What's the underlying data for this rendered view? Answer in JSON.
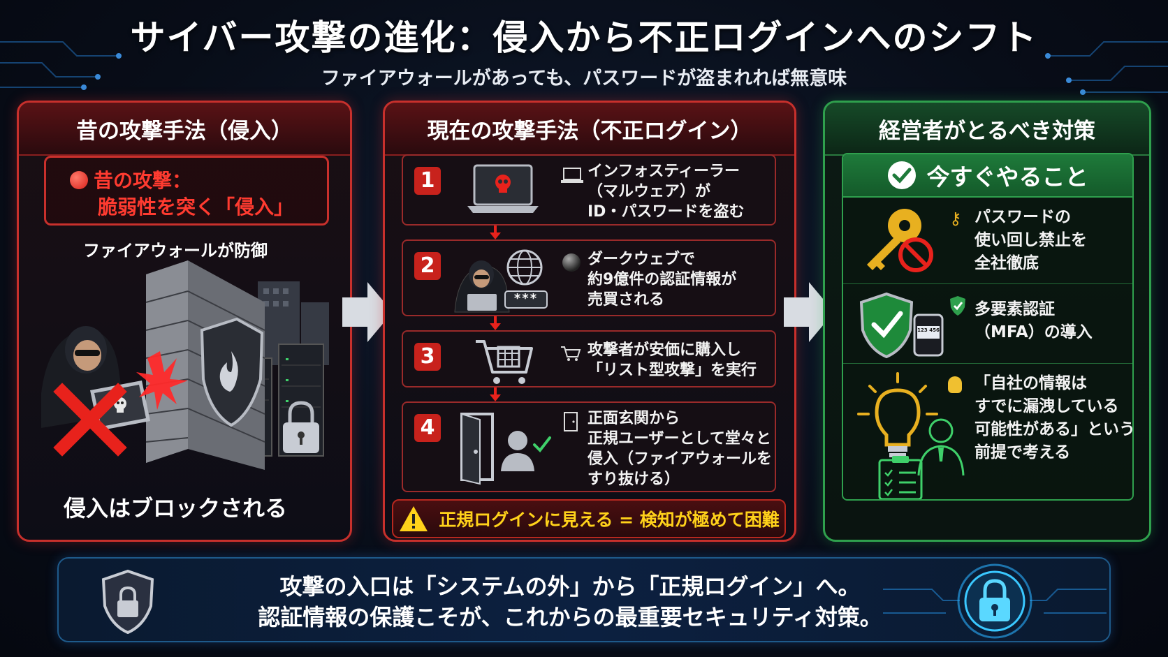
{
  "header": {
    "title": "サイバー攻撃の進化：侵入から不正ログインへのシフト",
    "subtitle": "ファイアウォールがあっても、パスワードが盗まれれば無意味"
  },
  "left_panel": {
    "title": "昔の攻撃手法（侵入）",
    "callout_line1": "昔の攻撃：",
    "callout_line2": "脆弱性を突く「侵入」",
    "firewall_label": "ファイアウォールが防御",
    "blocked_label": "侵入はブロックされる"
  },
  "middle_panel": {
    "title": "現在の攻撃手法（不正ログイン）",
    "steps": [
      {
        "num": "1",
        "lines": [
          "インフォスティーラー",
          "（マルウェア）が",
          "ID・パスワードを盗む"
        ],
        "icon": "laptop-skull-icon"
      },
      {
        "num": "2",
        "lines": [
          "ダークウェブで",
          "約9億件の認証情報が",
          "売買される"
        ],
        "icon": "hacker-globe-icon",
        "password_mask": "***"
      },
      {
        "num": "3",
        "lines": [
          "攻撃者が安価に購入し",
          "「リスト型攻撃」を実行"
        ],
        "icon": "shopping-cart-icon"
      },
      {
        "num": "4",
        "lines": [
          "正面玄関から",
          "正規ユーザーとして堂々と",
          "侵入（ファイアウォールを",
          "すり抜ける）"
        ],
        "icon": "door-user-icon"
      }
    ],
    "warning": "正規ログインに見える = 検知が極めて困難"
  },
  "right_panel": {
    "title": "経営者がとるべき対策",
    "now_title": "今すぐやること",
    "measures": [
      {
        "lines": [
          "パスワードの",
          "使い回し禁止を",
          "全社徹底"
        ],
        "icon": "key-icon"
      },
      {
        "lines": [
          "多要素認証",
          "（MFA）の導入"
        ],
        "icon": "shield-check-icon",
        "phone_code": "123 456"
      },
      {
        "lines": [
          "「自社の情報は",
          "すでに漏洩している",
          "可能性がある」という",
          "前提で考える"
        ],
        "icon": "lightbulb-icon"
      }
    ]
  },
  "footer": {
    "line1": "攻撃の入口は「システムの外」から「正規ログイン」へ。",
    "line2": "認証情報の保護こそが、これからの最重要セキュリティ対策。"
  },
  "colors": {
    "red": "#c8302c",
    "green": "#2fa04d",
    "warning_yellow": "#ffd21a",
    "blue": "#1e5a8a"
  }
}
